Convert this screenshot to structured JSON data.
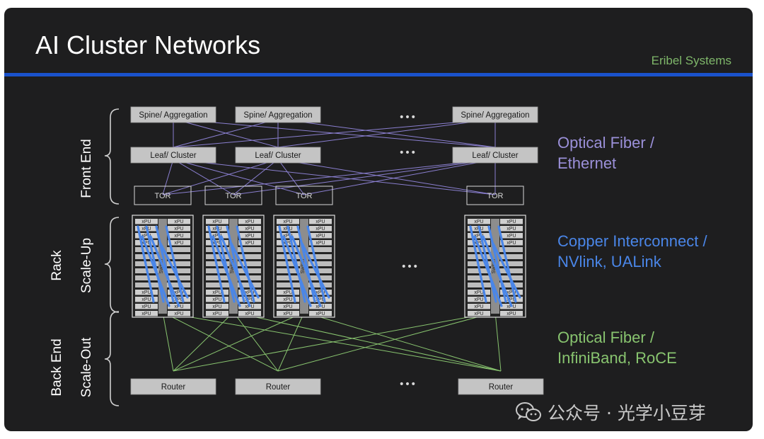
{
  "slide": {
    "title": "AI Cluster Networks",
    "brand": "Eribel Systems"
  },
  "sections": {
    "front_end": "Front End",
    "rack": "Rack",
    "scale_up": "Scale-Up",
    "back_end": "Back End",
    "scale_out": "Scale-Out"
  },
  "nodes": {
    "spine_label": "Spine/ Aggregation",
    "leaf_label": "Leaf/ Cluster",
    "tor_label": "TOR",
    "router_label": "Router",
    "xpu_label": "xPU",
    "switch_label": "Switch",
    "ellipsis": "•••"
  },
  "tags": {
    "front_end_line1": "Optical Fiber /",
    "front_end_line2": "Ethernet",
    "scale_up_line1": "Copper Interconnect /",
    "scale_up_line2": "NVlink, UALink",
    "scale_out_line1": "Optical Fiber /",
    "scale_out_line2": "InfiniBand, RoCE"
  },
  "colors": {
    "background": "#1e1e1f",
    "accent_rule": "#1a52cc",
    "front_end_links": "#8a7fd0",
    "scale_up_links": "#4a86e8",
    "scale_out_links": "#88c46f",
    "node_fill": "#c4c4c4"
  },
  "watermark": {
    "icon": "wechat-icon",
    "text": "公众号 · 光学小豆芽"
  }
}
